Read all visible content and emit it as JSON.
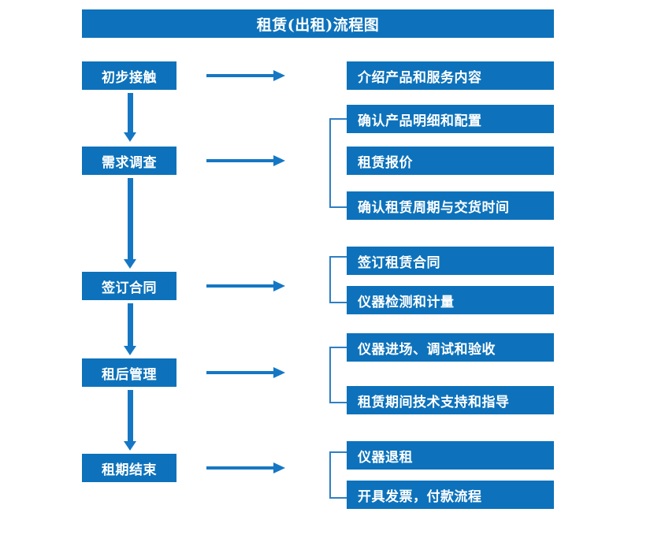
{
  "title": "租赁(出租)流程图",
  "colors": {
    "brand_blue": "#0d72bb",
    "arrow_blue": "#1577c4",
    "bracket_blue": "#2f7fc4",
    "text_white": "#ffffff",
    "background": "#ffffff"
  },
  "stages": [
    {
      "label": "初步接触"
    },
    {
      "label": "需求调查"
    },
    {
      "label": "签订合同"
    },
    {
      "label": "租后管理"
    },
    {
      "label": "租期结束"
    }
  ],
  "details": [
    {
      "label": "介绍产品和服务内容"
    },
    {
      "label": "确认产品明细和配置"
    },
    {
      "label": "租赁报价"
    },
    {
      "label": "确认租赁周期与交货时间"
    },
    {
      "label": "签订租赁合同"
    },
    {
      "label": "仪器检测和计量"
    },
    {
      "label": "仪器进场、调试和验收"
    },
    {
      "label": "租赁期间技术支持和指导"
    },
    {
      "label": "仪器退租"
    },
    {
      "label": "开具发票，付款流程"
    }
  ],
  "flow": {
    "stage_to_detail_arrow": "right-arrow",
    "stage_to_stage_arrow": "down-arrow",
    "group_bracket": "left-bracket"
  }
}
